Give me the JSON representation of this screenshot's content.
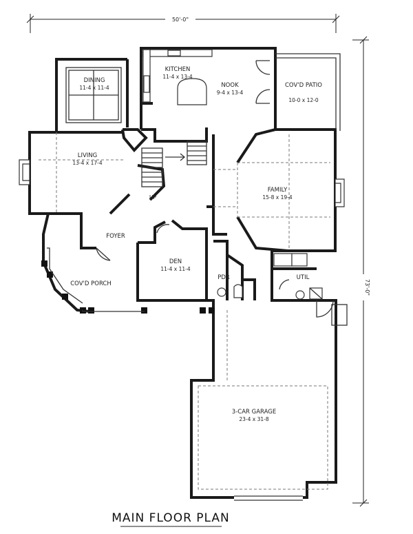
{
  "title": "MAIN FLOOR PLAN",
  "dimensions": {
    "width": "50'-0\"",
    "depth": "73'-0\""
  },
  "rooms": {
    "dining": {
      "name": "DINING",
      "size": "11-4 x 11-4"
    },
    "kitchen": {
      "name": "KITCHEN",
      "size": "11-4 x 13-4"
    },
    "nook": {
      "name": "NOOK",
      "size": "9-4 x 13-4"
    },
    "patio": {
      "name": "COV'D PATIO",
      "size": "10-0 x 12-0"
    },
    "living": {
      "name": "LIVING",
      "size": "13-4 x 17-4"
    },
    "family": {
      "name": "FAMILY",
      "size": "15-8 x 19-4"
    },
    "foyer": {
      "name": "FOYER"
    },
    "den": {
      "name": "DEN",
      "size": "11-4 x 11-4"
    },
    "porch": {
      "name": "COV'D PORCH"
    },
    "pdr": {
      "name": "PDR"
    },
    "util": {
      "name": "UTIL"
    },
    "garage": {
      "name": "3-CAR GARAGE",
      "size": "23-4 x 31-8"
    }
  },
  "stair_label": "UP"
}
